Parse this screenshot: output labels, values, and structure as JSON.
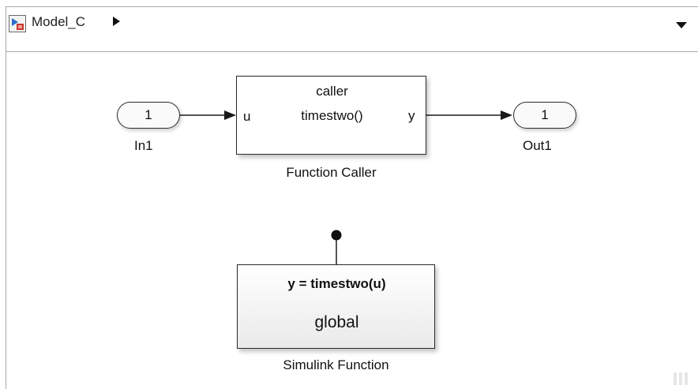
{
  "breadcrumb": {
    "model_name": "Model_C",
    "model_icon": "simulink-model-icon",
    "expand_icon": "triangle-right-icon",
    "menu_icon": "triangle-down-icon"
  },
  "blocks": {
    "inport": {
      "number": "1",
      "name": "In1"
    },
    "outport": {
      "number": "1",
      "name": "Out1"
    },
    "function_caller": {
      "line1": "caller",
      "line2": "timestwo()",
      "input_port": "u",
      "output_port": "y",
      "name": "Function Caller"
    },
    "simulink_function": {
      "signature": "y = timestwo(u)",
      "scope": "global",
      "name": "Simulink Function"
    }
  },
  "colors": {
    "wire": "#1a1a1a",
    "border": "#a9a9a9",
    "icon_blue": "#2a6fc9",
    "icon_red": "#c6352b"
  }
}
